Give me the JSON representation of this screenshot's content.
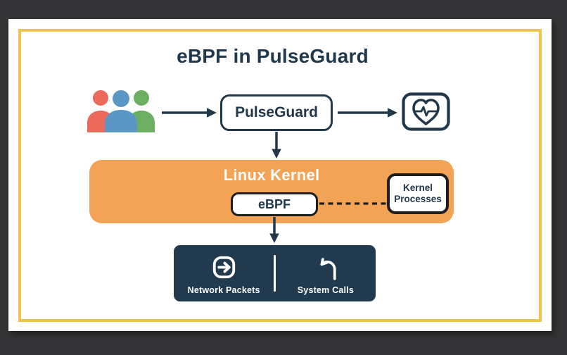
{
  "title": "eBPF in PulseGuard",
  "colors": {
    "frame": "#333234",
    "page": "#ffffff",
    "accent_yellow": "#efc34f",
    "navy": "#21374b",
    "orange": "#f2a356",
    "panel_dark": "#223a4d",
    "ink_dark": "#1e1e1e",
    "person_red": "#ec6a5c",
    "person_blue": "#5b97c4",
    "person_green": "#6caf60"
  },
  "diagram": {
    "users": {
      "icon": "people-group-icon"
    },
    "pulseguard_label": "PulseGuard",
    "monitor": {
      "icon": "heart-monitor-icon"
    },
    "kernel_label": "Linux Kernel",
    "ebpf_label": "eBPF",
    "kernel_processes_label": "Kernel Processes",
    "panel": {
      "items": [
        {
          "icon": "network-packets-icon",
          "label": "Network Packets"
        },
        {
          "icon": "system-calls-icon",
          "label": "System Calls"
        }
      ]
    }
  }
}
